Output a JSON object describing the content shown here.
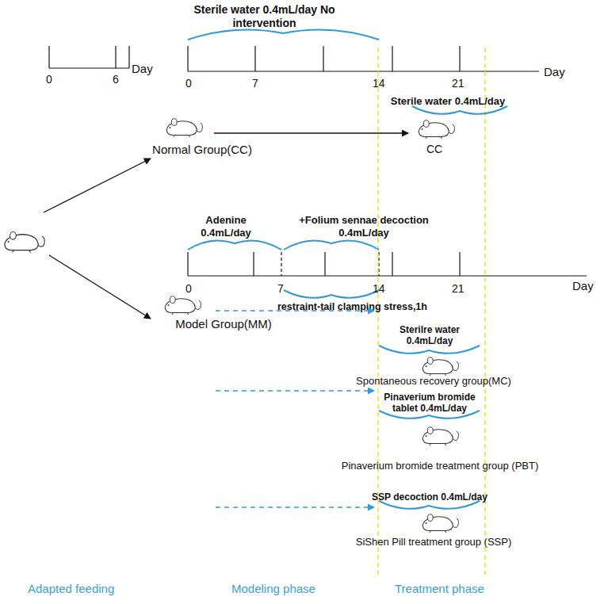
{
  "diagram": {
    "nodes": [
      {
        "text": [
          "Normal Group(CC)"
        ]
      },
      {
        "text": [
          "Sterile water 0.4mL/day",
          "CC"
        ]
      },
      {
        "text": [
          "Model Group(MM)"
        ]
      },
      {
        "text": [
          "Sterilre water 0.4mL/day",
          "Spontaneous recovery group(MC)"
        ]
      },
      {
        "text": [
          "Pinaverium bromide tablet 0.4mL/day",
          "Pinaverium bromide treatment group (PBT)"
        ]
      },
      {
        "text": [
          "SSP decoction 0.4mL/day",
          "SiShen Pill treatment group (SSP)"
        ]
      }
    ],
    "edges": [
      {
        "from": 0,
        "to": 1,
        "arrow": "to"
      },
      {
        "from": 2,
        "to": 3,
        "arrow": "to"
      },
      {
        "from": 2,
        "to": 4,
        "arrow": "to"
      },
      {
        "from": 2,
        "to": 5,
        "arrow": "to"
      }
    ],
    "labels": [
      "0",
      "6",
      "Day",
      "Sterile water 0.4mL/day No intervention",
      "0",
      "7",
      "14",
      "21",
      "Day",
      "Adenine 0.4mL/day",
      "+Folium sennae decoction 0.4mL/day",
      "restraint-tail clamping stress,1h",
      "0",
      "7",
      "14",
      "21",
      "Day",
      "Adapted feeding",
      "Modeling phase",
      "Treatment phase"
    ]
  }
}
